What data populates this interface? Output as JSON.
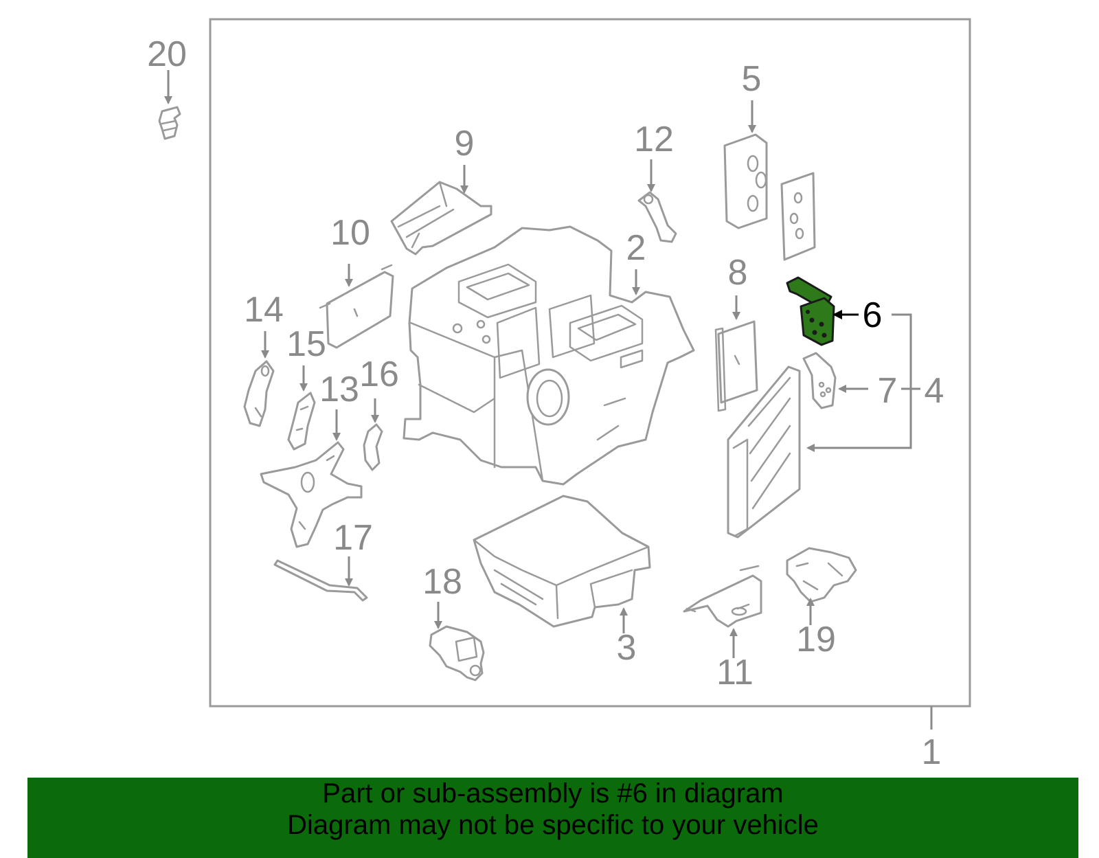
{
  "callouts": [
    "1",
    "2",
    "3",
    "4",
    "5",
    "6",
    "7",
    "8",
    "9",
    "10",
    "11",
    "12",
    "13",
    "14",
    "15",
    "16",
    "17",
    "18",
    "19",
    "20"
  ],
  "highlighted_part": "6",
  "colors": {
    "highlight_fill": "#2e7a1a",
    "banner_bg": "#0b6b0b",
    "line_gray": "#9a9a9a"
  },
  "footer": {
    "line1": "Part or sub-assembly is #6 in diagram",
    "line2": "Diagram may not be specific to your vehicle"
  }
}
